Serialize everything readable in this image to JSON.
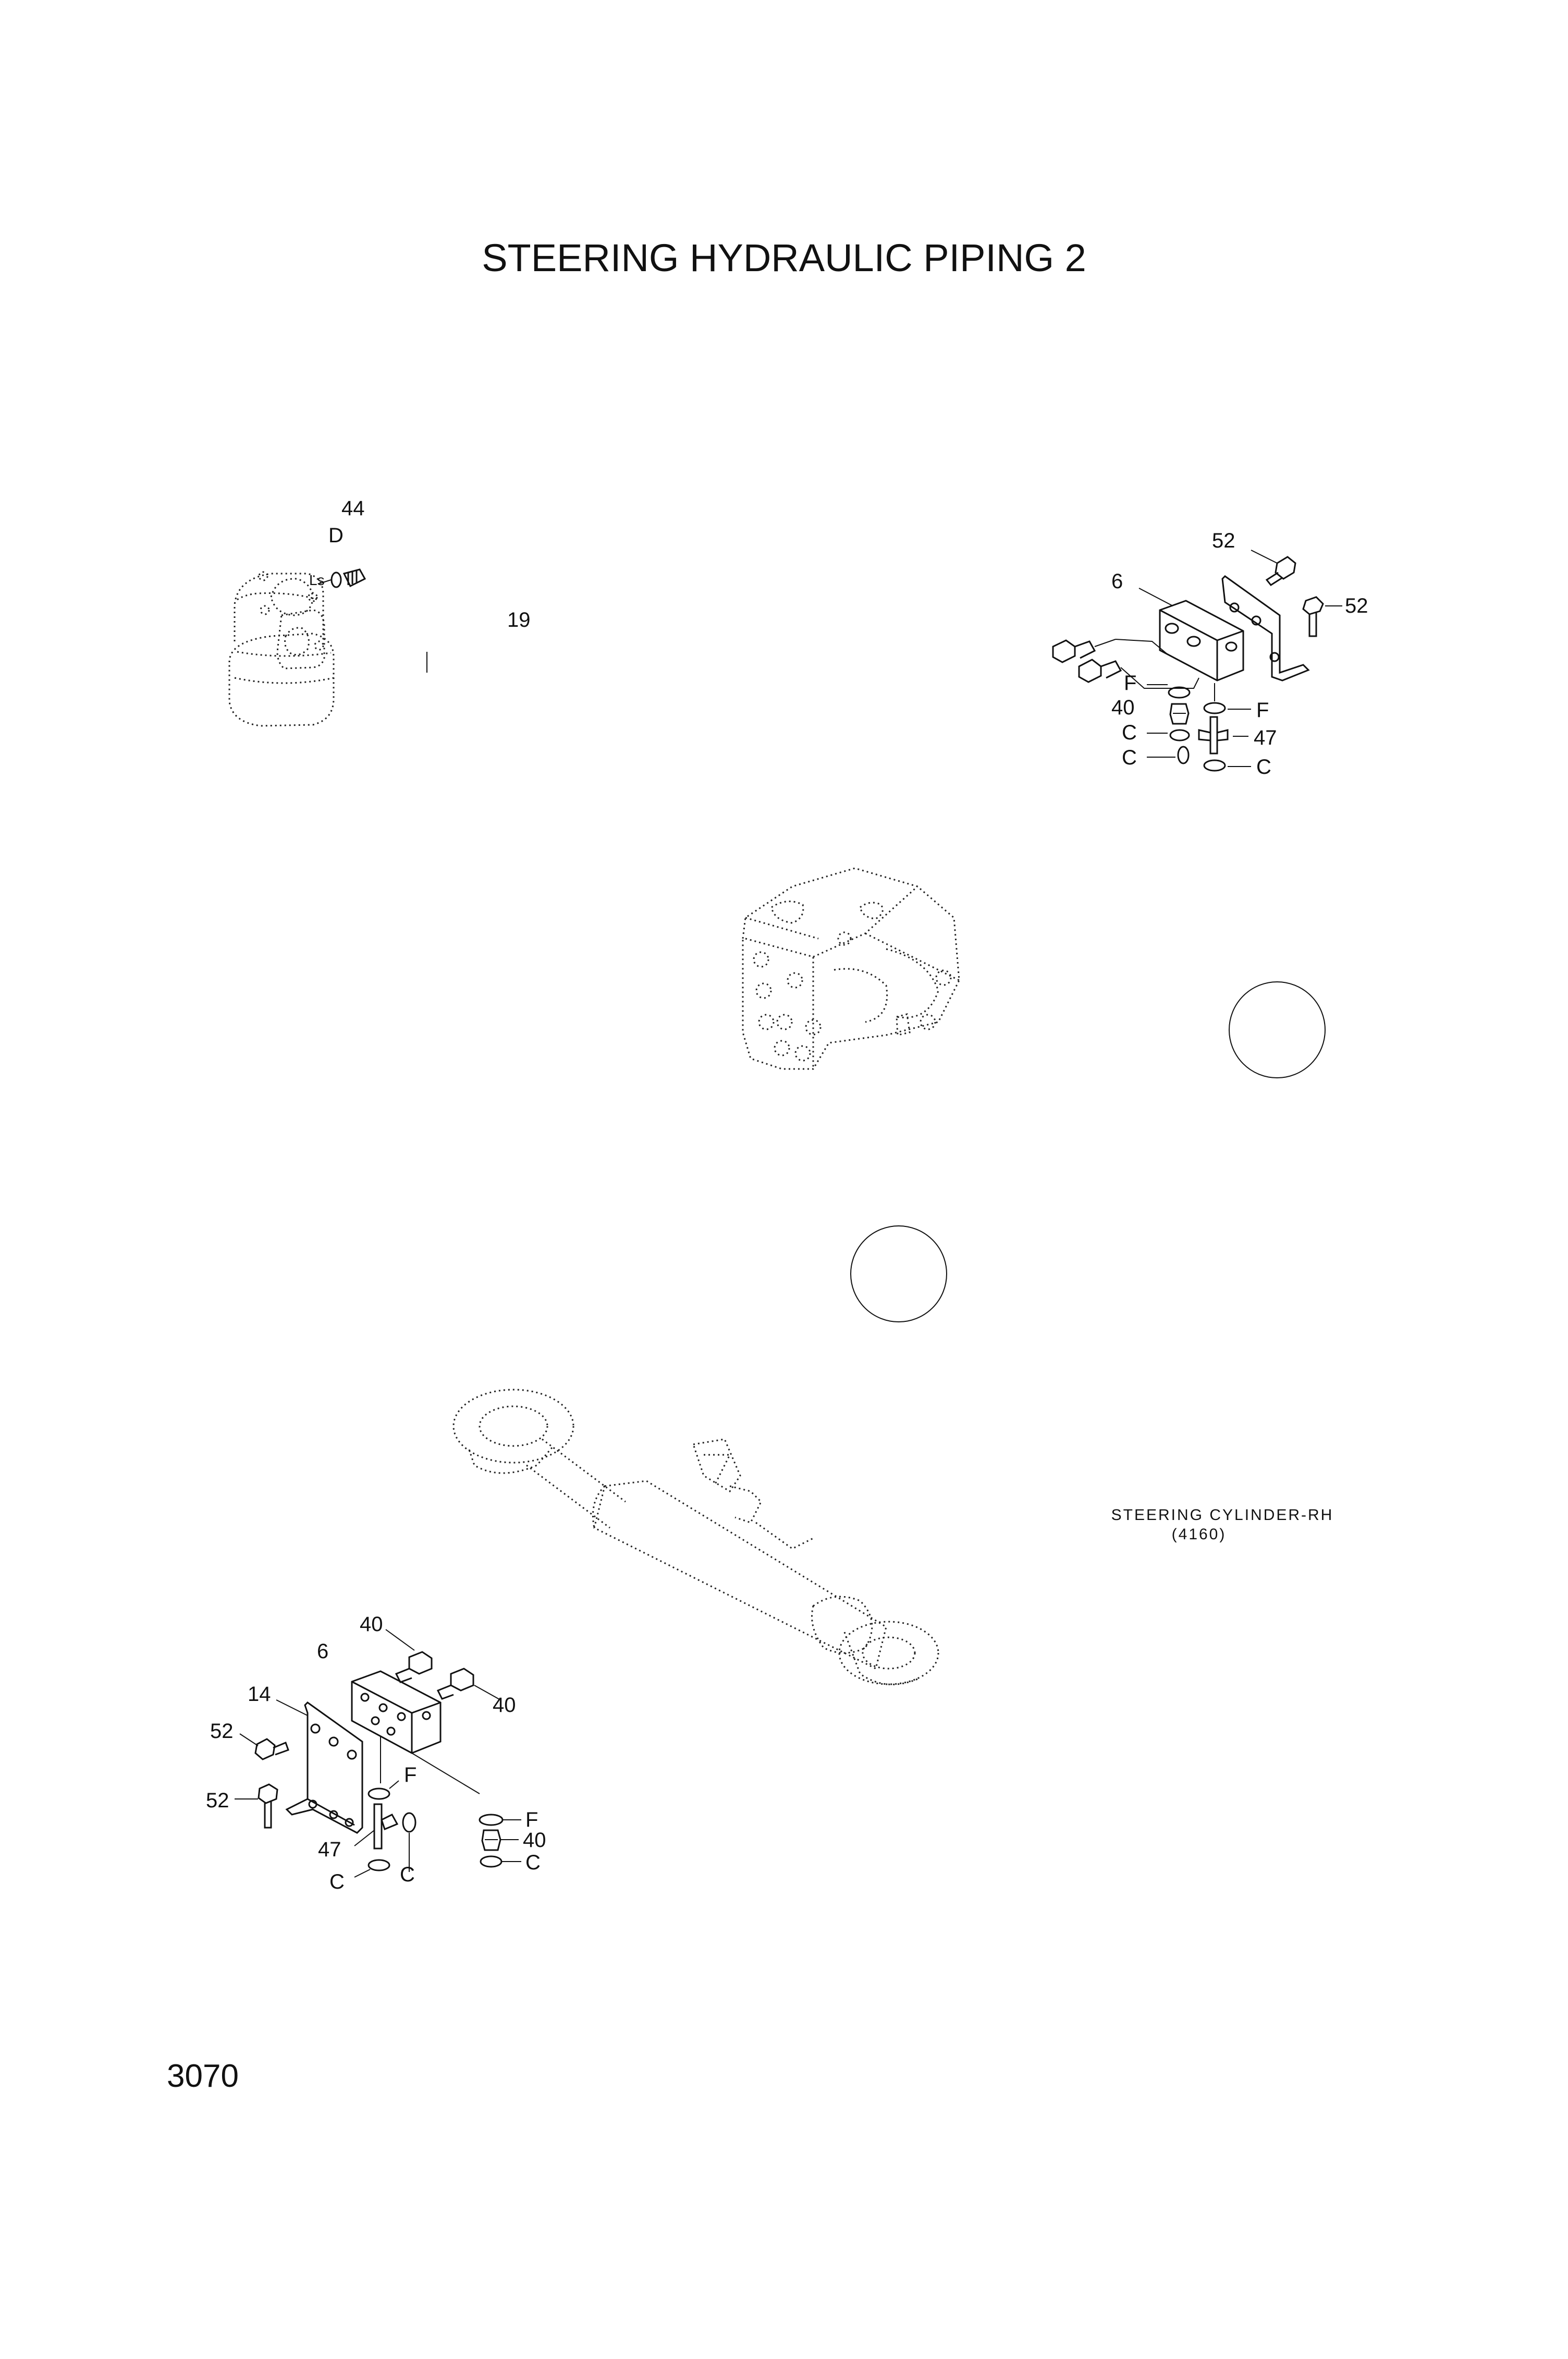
{
  "title": "STEERING HYDRAULIC PIPING 2",
  "page_number": "3070",
  "caption": {
    "line1": "STEERING CYLINDER-RH",
    "line2": "(4160)"
  },
  "labels": {
    "p44": "44",
    "pD": "D",
    "pLs": "Ls",
    "p19": "19",
    "tr_52a": "52",
    "tr_52b": "52",
    "tr_6": "6",
    "tr_F1": "F",
    "tr_F2": "F",
    "tr_40": "40",
    "tr_47": "47",
    "tr_C1": "C",
    "tr_C2": "C",
    "tr_C3": "C",
    "bl_40a": "40",
    "bl_6": "6",
    "bl_40b": "40",
    "bl_14": "14",
    "bl_52a": "52",
    "bl_52b": "52",
    "bl_F1": "F",
    "bl_F2": "F",
    "bl_40c": "40",
    "bl_47": "47",
    "bl_C1": "C",
    "bl_C2": "C",
    "bl_C3": "C"
  }
}
